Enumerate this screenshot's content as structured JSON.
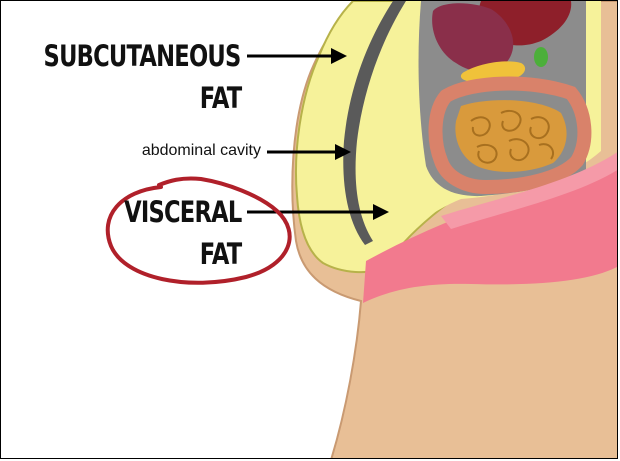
{
  "labels": {
    "subcutaneous_line1": "SUBCUTANEOUS",
    "subcutaneous_line2": "FAT",
    "abdominal_cavity": "abdominal cavity",
    "visceral_line1": "VISCERAL",
    "visceral_line2": "FAT"
  },
  "colors": {
    "skin": "#e8bf96",
    "skin_outline": "#c99a72",
    "subcutaneous_fat": "#f6f29a",
    "fat_outline": "#b7b24a",
    "abdominal_wall": "#5a5a5a",
    "cavity_gray": "#8c8c8c",
    "intestine": "#d99a3c",
    "colon": "#d9826a",
    "stomach": "#8a2f4a",
    "liver": "#8e1f2a",
    "pancreas": "#f0c23a",
    "gallbladder": "#4caf3a",
    "underwear": "#f27a8e",
    "highlight_circle": "#b0202a",
    "arrow": "#000000"
  },
  "icons": [
    "arrow-right-icon"
  ]
}
